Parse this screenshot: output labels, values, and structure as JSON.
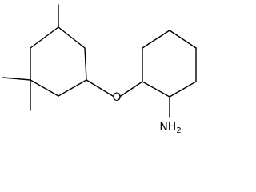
{
  "molecule": {
    "atoms": {
      "oxygen": "O",
      "amine_main": "NH",
      "amine_sub": "2"
    },
    "colors": {
      "bond": "#000000",
      "background": "#ffffff"
    }
  }
}
